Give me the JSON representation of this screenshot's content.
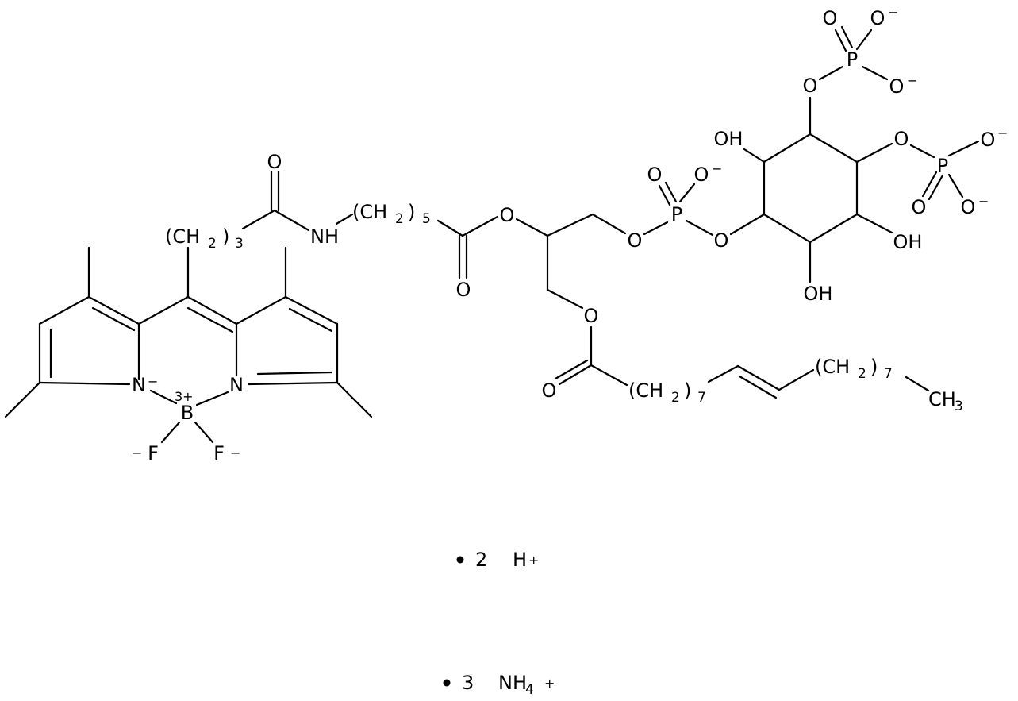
{
  "molecule": {
    "atoms": {
      "o_amide": "O",
      "nh_amide": "NH",
      "ch2_link_a": "(CH",
      "ch2_link_a_sub": "2",
      "ch2_link_a_close": ")",
      "ch2_link_a_n": "3",
      "ch2_chain_a": "(CH",
      "ch2_chain_a_sub": "2",
      "ch2_chain_a_close": ")",
      "ch2_chain_a_n": "5",
      "o_ester_a": "O",
      "o_carbonyl_a": "O",
      "o_glycerol_p": "O",
      "p_center": "P",
      "o_p_double": "O",
      "o_p_minus": "O",
      "o_p_minus_charge": "−",
      "o_p_inositol": "O",
      "oh_ring_top": "OH",
      "o_ring_phos1": "O",
      "p_top": "P",
      "o_top_double": "O",
      "o_top_minus_a": "O",
      "o_top_minus_a_charge": "−",
      "o_top_minus_b": "O",
      "o_top_minus_b_charge": "−",
      "o_ring_phos2": "O",
      "p_right": "P",
      "o_right_minus_a": "O",
      "o_right_minus_a_charge": "−",
      "o_right_double": "O",
      "o_right_minus_b": "O",
      "o_right_minus_b_charge": "−",
      "oh_ring_right": "OH",
      "oh_ring_bottom": "OH",
      "o_ester_b": "O",
      "o_carbonyl_b": "O",
      "ch2_chain_b": "(CH",
      "ch2_chain_b_sub": "2",
      "ch2_chain_b_close": ")",
      "ch2_chain_b_n": "7",
      "ch2_chain_c": "(CH",
      "ch2_chain_c_sub": "2",
      "ch2_chain_c_close": ")",
      "ch2_chain_c_n": "7",
      "ch3_terminal": "CH",
      "ch3_terminal_sub": "3",
      "n_left": "N",
      "n_left_charge": "−",
      "n_right": "N",
      "boron": "B",
      "boron_charge": "3+",
      "f_left": "F",
      "f_left_charge": "−",
      "f_right": "F",
      "f_right_charge": "−"
    },
    "counterions": [
      {
        "count": "2",
        "formula": "H",
        "sub": "",
        "charge": "+"
      },
      {
        "count": "3",
        "formula": "NH",
        "sub": "4",
        "charge": "+"
      }
    ]
  }
}
